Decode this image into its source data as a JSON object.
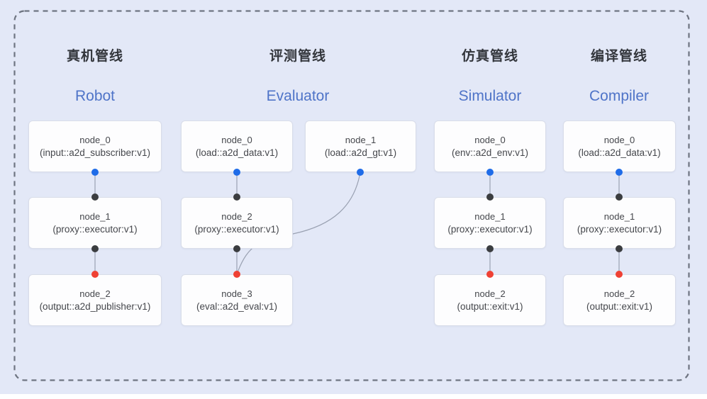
{
  "diagram": {
    "kind": "pipeline-node-graph",
    "colors": {
      "background": "#e3e8f7",
      "card_background": "#fdfdfe",
      "card_border": "#d9dde9",
      "dashed_frame": "#6f7582",
      "edge_line": "#9aa1b2",
      "title_cn_color": "#33363c",
      "title_en_color": "#4f74c8",
      "node_text_color": "#45474c",
      "dot_blue": "#1f6ce8",
      "dot_black": "#3b3d40",
      "dot_red": "#ef4134"
    },
    "pipelines": [
      {
        "title_cn": "真机管线",
        "title_en": "Robot",
        "nodes": [
          {
            "name": "node_0",
            "type": "(input::a2d_subscriber:v1)"
          },
          {
            "name": "node_1",
            "type": "(proxy::executor:v1)"
          },
          {
            "name": "node_2",
            "type": "(output::a2d_publisher:v1)"
          }
        ],
        "edges": [
          "node_0 -> node_1",
          "node_1 -> node_2"
        ]
      },
      {
        "title_cn": "评测管线",
        "title_en": "Evaluator",
        "nodes": [
          {
            "name": "node_0",
            "type": "(load::a2d_data:v1)"
          },
          {
            "name": "node_1",
            "type": "(load::a2d_gt:v1)"
          },
          {
            "name": "node_2",
            "type": "(proxy::executor:v1)"
          },
          {
            "name": "node_3",
            "type": "(eval::a2d_eval:v1)"
          }
        ],
        "edges": [
          "node_0 -> node_2",
          "node_2 -> node_3",
          "node_1 -> node_3"
        ]
      },
      {
        "title_cn": "仿真管线",
        "title_en": "Simulator",
        "nodes": [
          {
            "name": "node_0",
            "type": "(env::a2d_env:v1)"
          },
          {
            "name": "node_1",
            "type": "(proxy::executor:v1)"
          },
          {
            "name": "node_2",
            "type": "(output::exit:v1)"
          }
        ],
        "edges": [
          "node_0 -> node_1",
          "node_1 -> node_2"
        ]
      },
      {
        "title_cn": "编译管线",
        "title_en": "Compiler",
        "nodes": [
          {
            "name": "node_0",
            "type": "(load::a2d_data:v1)"
          },
          {
            "name": "node_1",
            "type": "(proxy::executor:v1)"
          },
          {
            "name": "node_2",
            "type": "(output::exit:v1)"
          }
        ],
        "edges": [
          "node_0 -> node_1",
          "node_1 -> node_2"
        ]
      }
    ]
  }
}
